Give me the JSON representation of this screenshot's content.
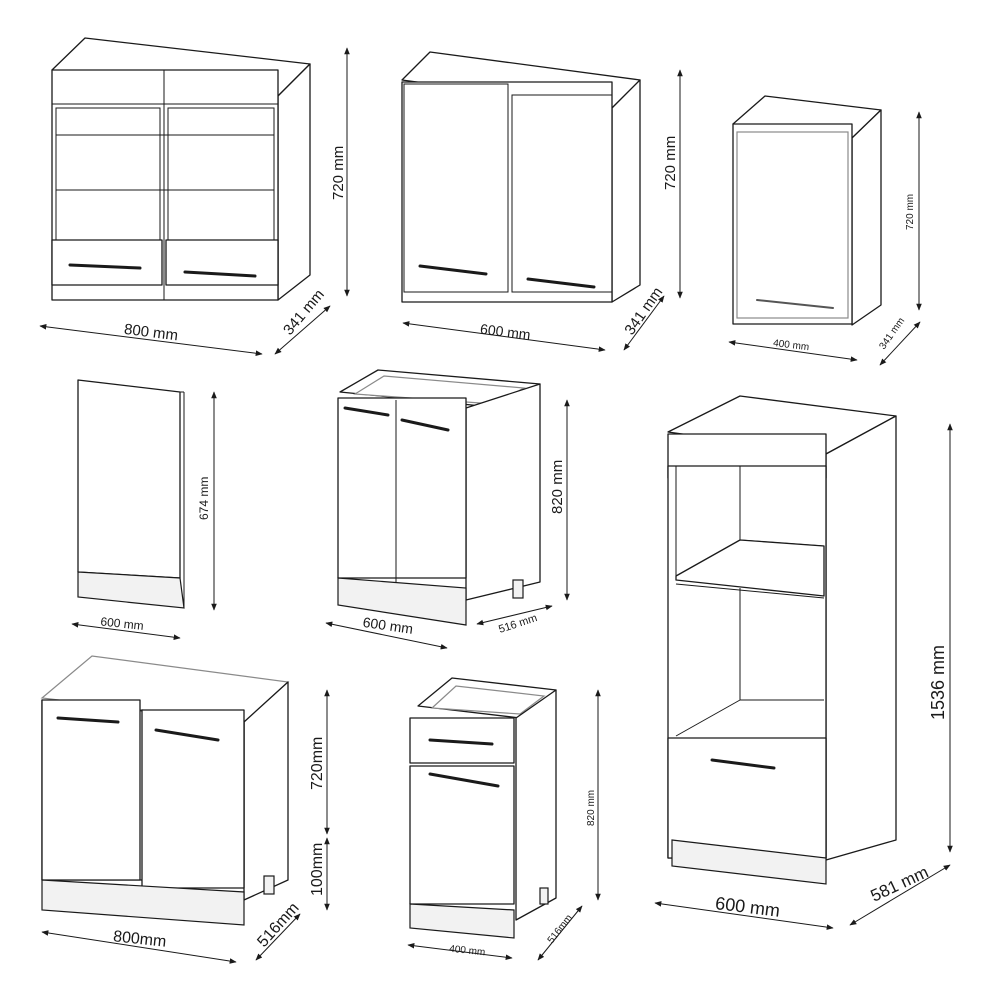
{
  "cabinets": {
    "wall_glass_800": {
      "width": "800 mm",
      "height": "720 mm",
      "depth": "341 mm"
    },
    "wall_600": {
      "width": "600 mm",
      "height": "720 mm",
      "depth": "341 mm"
    },
    "wall_400": {
      "width": "400 mm",
      "height": "720 mm",
      "depth": "341 mm"
    },
    "dishwasher_panel": {
      "width": "600 mm",
      "height": "674 mm"
    },
    "base_600": {
      "width": "600 mm",
      "height": "820 mm",
      "depth": "516 mm"
    },
    "tall_oven": {
      "width": "600 mm",
      "height": "1536 mm",
      "depth": "581 mm"
    },
    "sink_800": {
      "width": "800mm",
      "height": "720mm",
      "plinth": "100mm",
      "depth": "516mm"
    },
    "drawer_400": {
      "width": "400 mm",
      "height": "820 mm",
      "depth": "516mm"
    }
  }
}
